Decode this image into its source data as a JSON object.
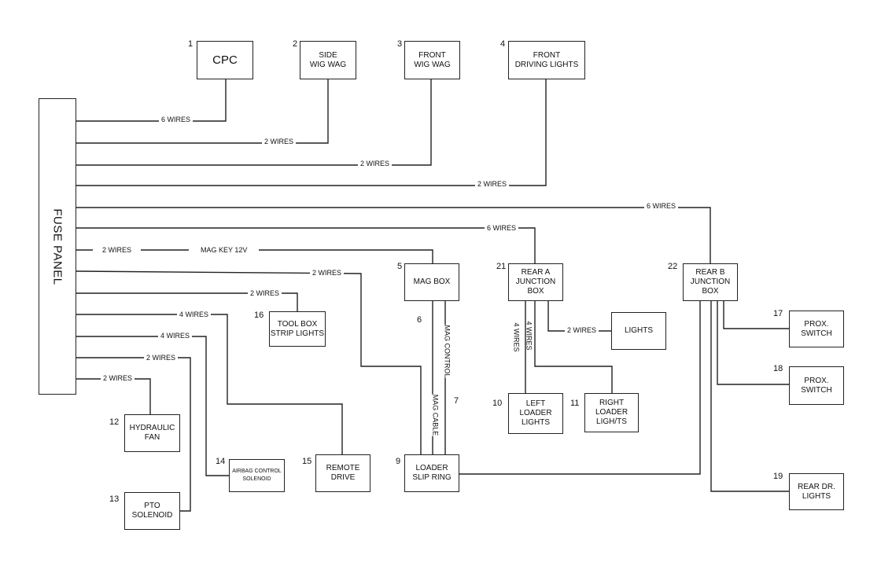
{
  "fuse_panel": "FUSE PANEL",
  "components": {
    "cpc": {
      "num": "1",
      "label": "CPC"
    },
    "side_wig_wag": {
      "num": "2",
      "label": "SIDE\nWIG WAG"
    },
    "front_wig_wag": {
      "num": "3",
      "label": "FRONT\nWIG WAG"
    },
    "front_driving_lights": {
      "num": "4",
      "label": "FRONT\nDRIVING LIGHTS"
    },
    "mag_box": {
      "num": "5",
      "label": "MAG BOX"
    },
    "loader_slip_ring": {
      "num": "9",
      "label": "LOADER\nSLIP RING"
    },
    "left_loader_lights": {
      "num": "10",
      "label": "LEFT LOADER\nLIGHTS"
    },
    "right_loader_lights": {
      "num": "11",
      "label": "RIGHT LOADER\nLIGH/TS"
    },
    "hydraulic_fan": {
      "num": "12",
      "label": "HYDRAULIC\nFAN"
    },
    "pto_solenoid": {
      "num": "13",
      "label": "PTO SOLENOID"
    },
    "airbag_control_solenoid": {
      "num": "14",
      "label": "AIRBAG CONTROL\nSOLENOID"
    },
    "remote_drive": {
      "num": "15",
      "label": "REMOTE\nDRIVE"
    },
    "tool_box_strip_lights": {
      "num": "16",
      "label": "TOOL BOX\nSTRIP LIGHTS"
    },
    "prox_switch_17": {
      "num": "17",
      "label": "PROX.\nSWITCH"
    },
    "prox_switch_18": {
      "num": "18",
      "label": "PROX.\nSWITCH"
    },
    "rear_dr_lights": {
      "num": "19",
      "label": "REAR DR.\nLIGHTS"
    },
    "rear_a_junction_box": {
      "num": "21",
      "label": "REAR A\nJUNCTION BOX"
    },
    "rear_b_junction_box": {
      "num": "22",
      "label": "REAR B\nJUNCTION BOX"
    },
    "lights": {
      "label": "LIGHTS"
    }
  },
  "wire_labels": {
    "cpc": "6 WIRES",
    "side_wig_wag": "2 WIRES",
    "front_wig_wag": "2 WIRES",
    "front_driving_lights": "2 WIRES",
    "rear_b": "6 WIRES",
    "rear_a": "6 WIRES",
    "mag_key_wires": "2 WIRES",
    "mag_key": "MAG KEY 12V",
    "slip_ring": "2 WIRES",
    "tool_box": "2 WIRES",
    "remote_drive": "4 WIRES",
    "airbag": "4 WIRES",
    "pto": "2 WIRES",
    "hydraulic": "2 WIRES",
    "lights": "2 WIRES",
    "left_loader": "4 WIRES",
    "right_loader": "4 WIRES"
  },
  "cables": {
    "mag_control_num": "6",
    "mag_control": "MAG CONTROL",
    "mag_cable_num": "7",
    "mag_cable": "MAG CABLE"
  }
}
